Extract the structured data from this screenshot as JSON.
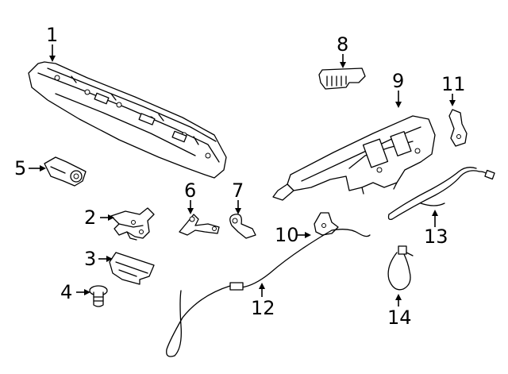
{
  "callouts": [
    {
      "id": "1",
      "text": "1"
    },
    {
      "id": "2",
      "text": "2"
    },
    {
      "id": "3",
      "text": "3"
    },
    {
      "id": "4",
      "text": "4"
    },
    {
      "id": "5",
      "text": "5"
    },
    {
      "id": "6",
      "text": "6"
    },
    {
      "id": "7",
      "text": "7"
    },
    {
      "id": "8",
      "text": "8"
    },
    {
      "id": "9",
      "text": "9"
    },
    {
      "id": "10",
      "text": "10"
    },
    {
      "id": "11",
      "text": "11"
    },
    {
      "id": "12",
      "text": "12"
    },
    {
      "id": "13",
      "text": "13"
    },
    {
      "id": "14",
      "text": "14"
    }
  ],
  "colors": {
    "ink": "#000000",
    "background": "#ffffff"
  }
}
